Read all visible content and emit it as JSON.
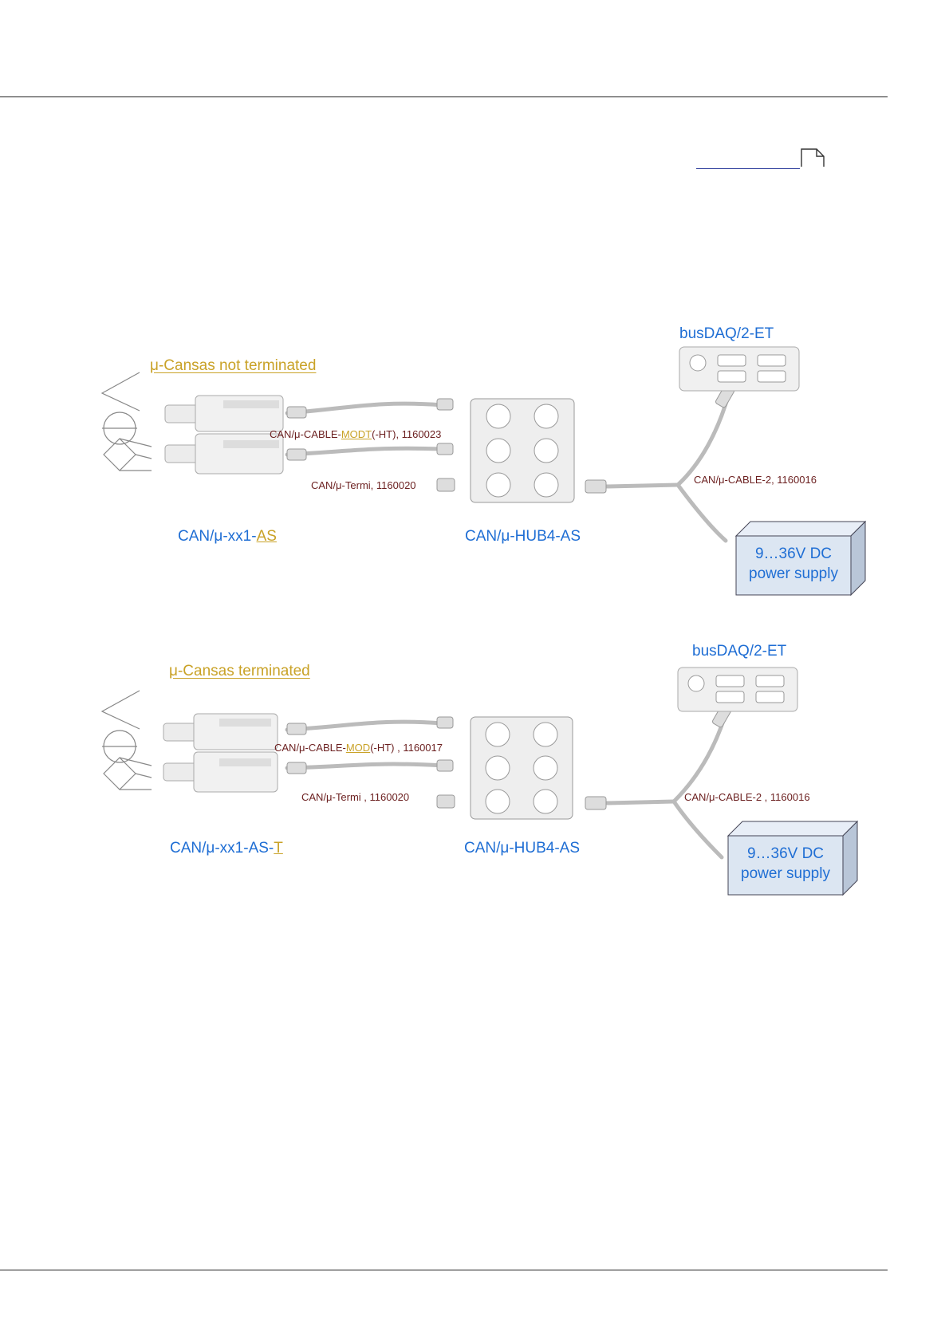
{
  "diagrams": [
    {
      "title": "μ-Cansas not terminated",
      "daq_label": "busDAQ/2-ET",
      "cable_label": {
        "pre": "CAN/μ-CABLE-",
        "accent": "MODT",
        "post": "(-HT), 1160023"
      },
      "termi_label": "CAN/μ-Termi, 1160020",
      "cable2_label": "CAN/μ-CABLE-2, 1160016",
      "module_label": {
        "pre": "CAN/μ-xx1-",
        "accent": "AS"
      },
      "hub_label": "CAN/μ-HUB4-AS",
      "power_supply": {
        "line1": "9…36V DC",
        "line2": "power supply"
      }
    },
    {
      "title": "μ-Cansas terminated",
      "daq_label": "busDAQ/2-ET",
      "cable_label": {
        "pre": "CAN/μ-CABLE-",
        "accent": "MOD",
        "post": "(-HT) , 1160017"
      },
      "termi_label": "CAN/μ-Termi , 1160020",
      "cable2_label": "CAN/μ-CABLE-2 , 1160016",
      "module_label": {
        "pre": "CAN/μ-xx1-AS-",
        "accent": "T"
      },
      "hub_label": "CAN/μ-HUB4-AS",
      "power_supply": {
        "line1": "9…36V DC",
        "line2": "power supply"
      }
    }
  ],
  "colors": {
    "label_blue": "#1f6ed4",
    "accent_gold": "#c9a227",
    "cable_text": "#6b1f1f",
    "box_fill": "#dce6f2"
  }
}
